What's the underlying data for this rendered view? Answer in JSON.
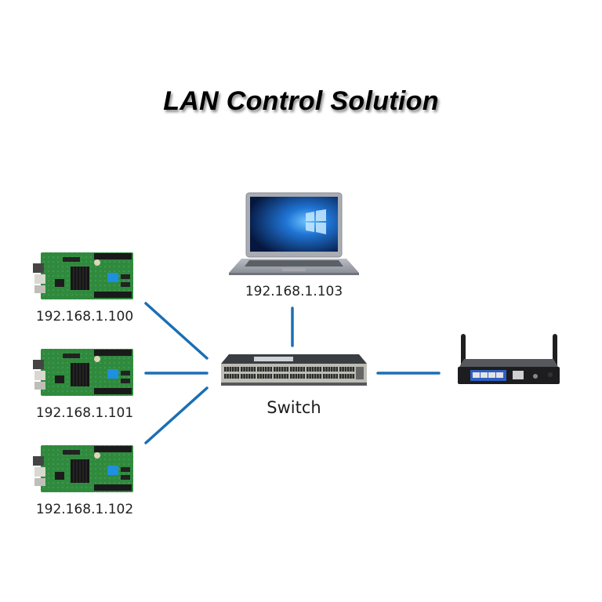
{
  "title": "LAN Control Solution",
  "colors": {
    "link": "#1a6fb5",
    "pcb": "#2f8a3e",
    "heatsink": "#1a1a1a",
    "chip_blue": "#1f8fe0",
    "switch_body": "#3a3d42",
    "router_lan_ports": "#2f5fc4"
  },
  "nodes": {
    "controllers": [
      {
        "id": "controller-1",
        "icon": "led-controller-card-icon",
        "ip": "192.168.1.100"
      },
      {
        "id": "controller-2",
        "icon": "led-controller-card-icon",
        "ip": "192.168.1.101"
      },
      {
        "id": "controller-3",
        "icon": "led-controller-card-icon",
        "ip": "192.168.1.102"
      }
    ],
    "laptop": {
      "id": "laptop",
      "icon": "laptop-icon",
      "ip": "192.168.1.103"
    },
    "switch": {
      "id": "switch",
      "icon": "network-switch-icon",
      "label": "Switch"
    },
    "router": {
      "id": "router",
      "icon": "wireless-router-icon",
      "label": ""
    }
  },
  "edges": [
    {
      "from": "controller-1",
      "to": "switch"
    },
    {
      "from": "controller-2",
      "to": "switch"
    },
    {
      "from": "controller-3",
      "to": "switch"
    },
    {
      "from": "laptop",
      "to": "switch"
    },
    {
      "from": "switch",
      "to": "router"
    }
  ]
}
